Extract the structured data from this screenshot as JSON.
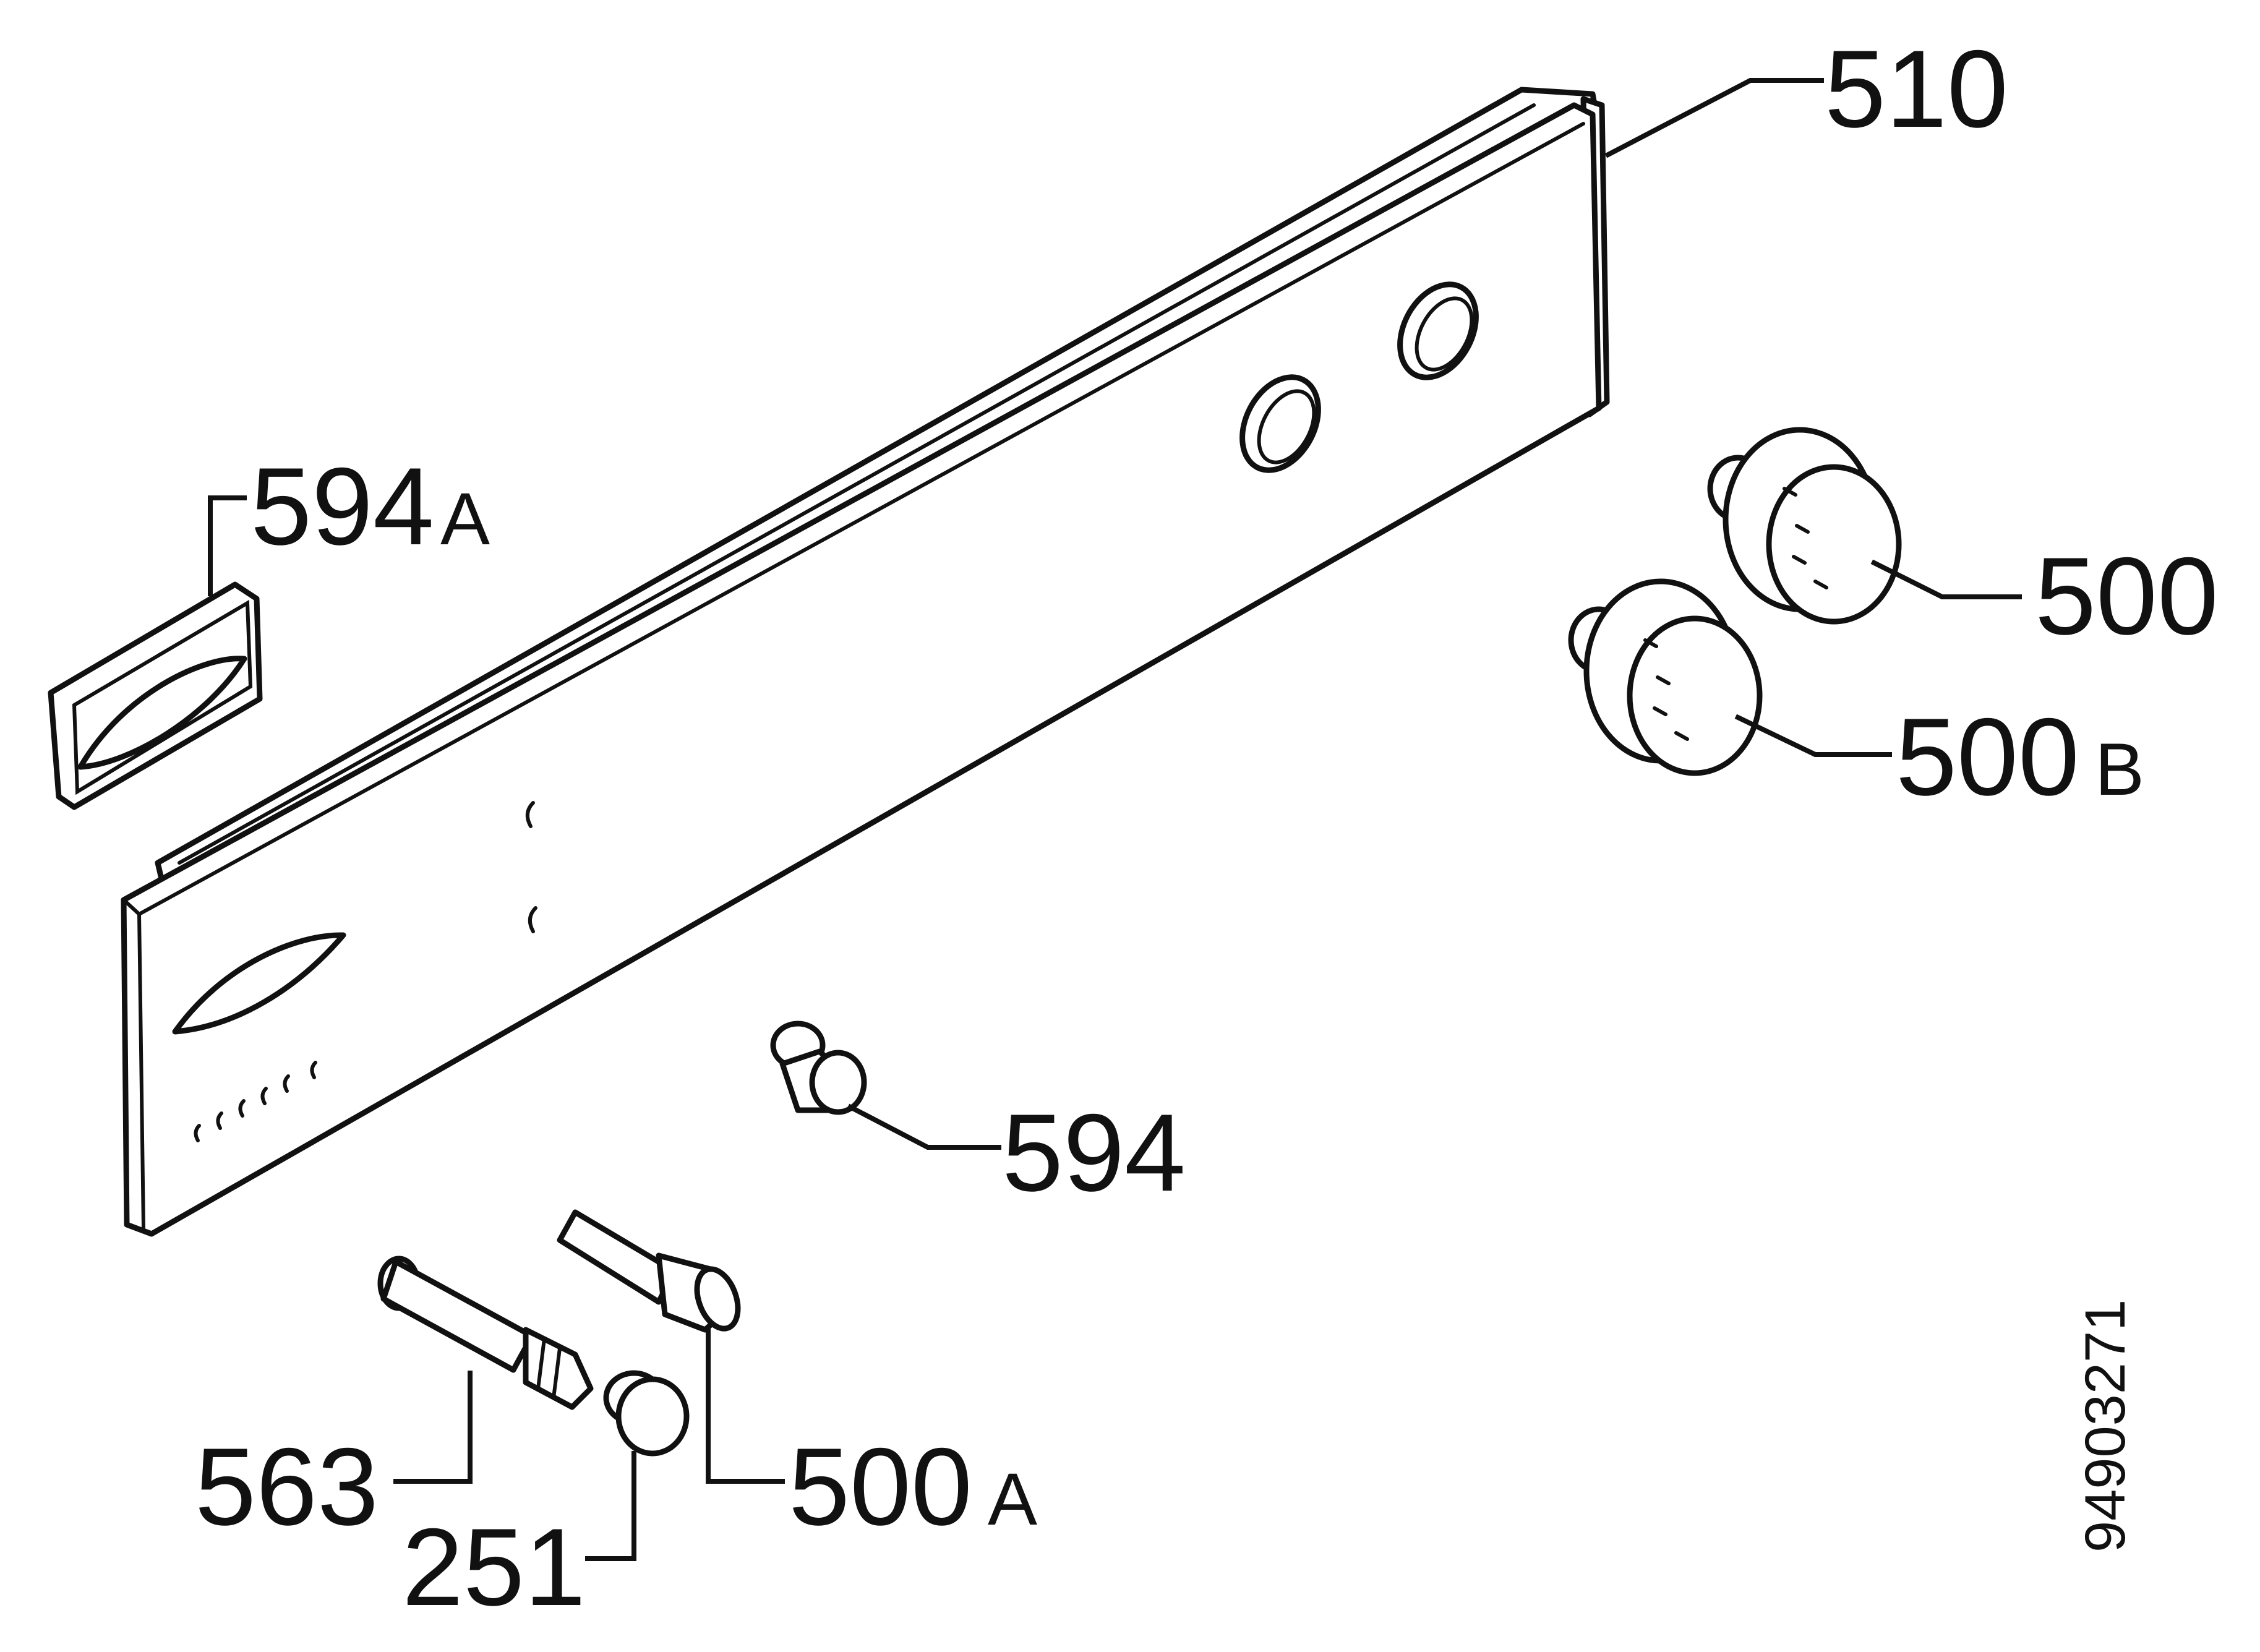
{
  "labels": {
    "p510": "510",
    "p594A_num": "594",
    "p594A_sfx": "A",
    "p500": "500",
    "p500B_num": "500",
    "p500B_sfx": "B",
    "p594": "594",
    "p563": "563",
    "p251": "251",
    "p500A_num": "500",
    "p500A_sfx": "A"
  },
  "document_number": "94903271"
}
